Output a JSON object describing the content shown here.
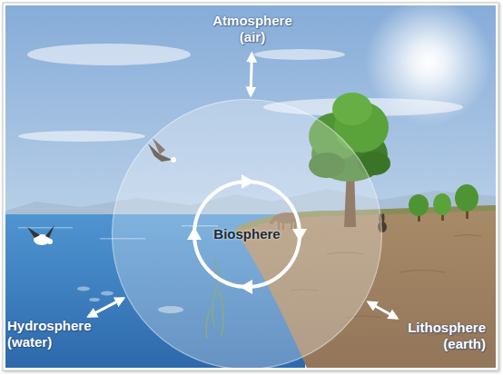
{
  "diagram": {
    "nodes": [
      {
        "text": [
          "Atmosphere (air)"
        ]
      },
      {
        "text": [
          "Biosphere"
        ]
      },
      {
        "text": [
          "Hydrosphere (water)"
        ]
      },
      {
        "text": [
          "Lithosphere (earth)"
        ]
      }
    ],
    "edges": [
      {
        "from": 0,
        "to": 1,
        "arrow": "both"
      },
      {
        "from": 2,
        "to": 1,
        "arrow": "both"
      },
      {
        "from": 3,
        "to": 1,
        "arrow": "both"
      }
    ]
  }
}
